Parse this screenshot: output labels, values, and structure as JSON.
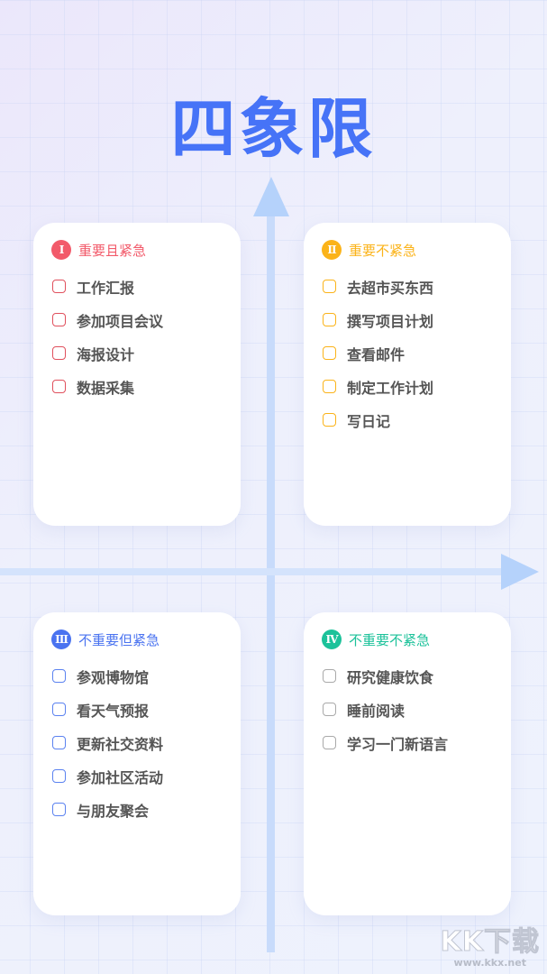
{
  "title": "四象限",
  "colors": {
    "title": "#4673f7",
    "q1": "#f25a6a",
    "q2": "#fbb319",
    "q3": "#4a73f0",
    "q4": "#1cc29a",
    "q4_box": "#a9a9a9"
  },
  "quadrants": [
    {
      "badge": "I",
      "label": "重要且紧急",
      "items": [
        "工作汇报",
        "参加项目会议",
        "海报设计",
        "数据采集"
      ]
    },
    {
      "badge": "II",
      "label": "重要不紧急",
      "items": [
        "去超市买东西",
        "撰写项目计划",
        "查看邮件",
        "制定工作计划",
        "写日记"
      ]
    },
    {
      "badge": "III",
      "label": "不重要但紧急",
      "items": [
        "参观博物馆",
        "看天气预报",
        "更新社交资料",
        "参加社区活动",
        "与朋友聚会"
      ]
    },
    {
      "badge": "IV",
      "label": "不重要不紧急",
      "items": [
        "研究健康饮食",
        "睡前阅读",
        "学习一门新语言"
      ]
    }
  ],
  "watermark": {
    "logo": "KK下载",
    "url": "www.kkx.net"
  }
}
